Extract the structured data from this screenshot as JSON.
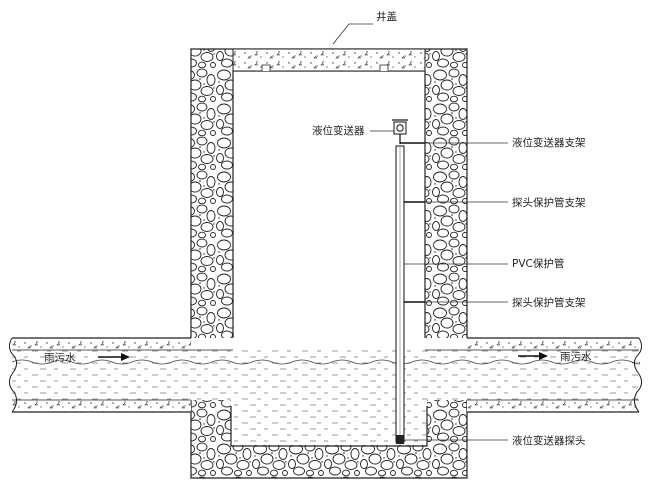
{
  "labels": {
    "manhole_cover": "井盖",
    "level_transmitter": "液位变送器",
    "transmitter_bracket": "液位变送器支架",
    "probe_pipe_bracket_upper": "探头保护管支架",
    "pvc_pipe": "PVC保护管",
    "probe_pipe_bracket_lower": "探头保护管支架",
    "transmitter_probe": "液位变送器探头",
    "sewage_left": "雨污水",
    "sewage_right": "雨污水"
  }
}
